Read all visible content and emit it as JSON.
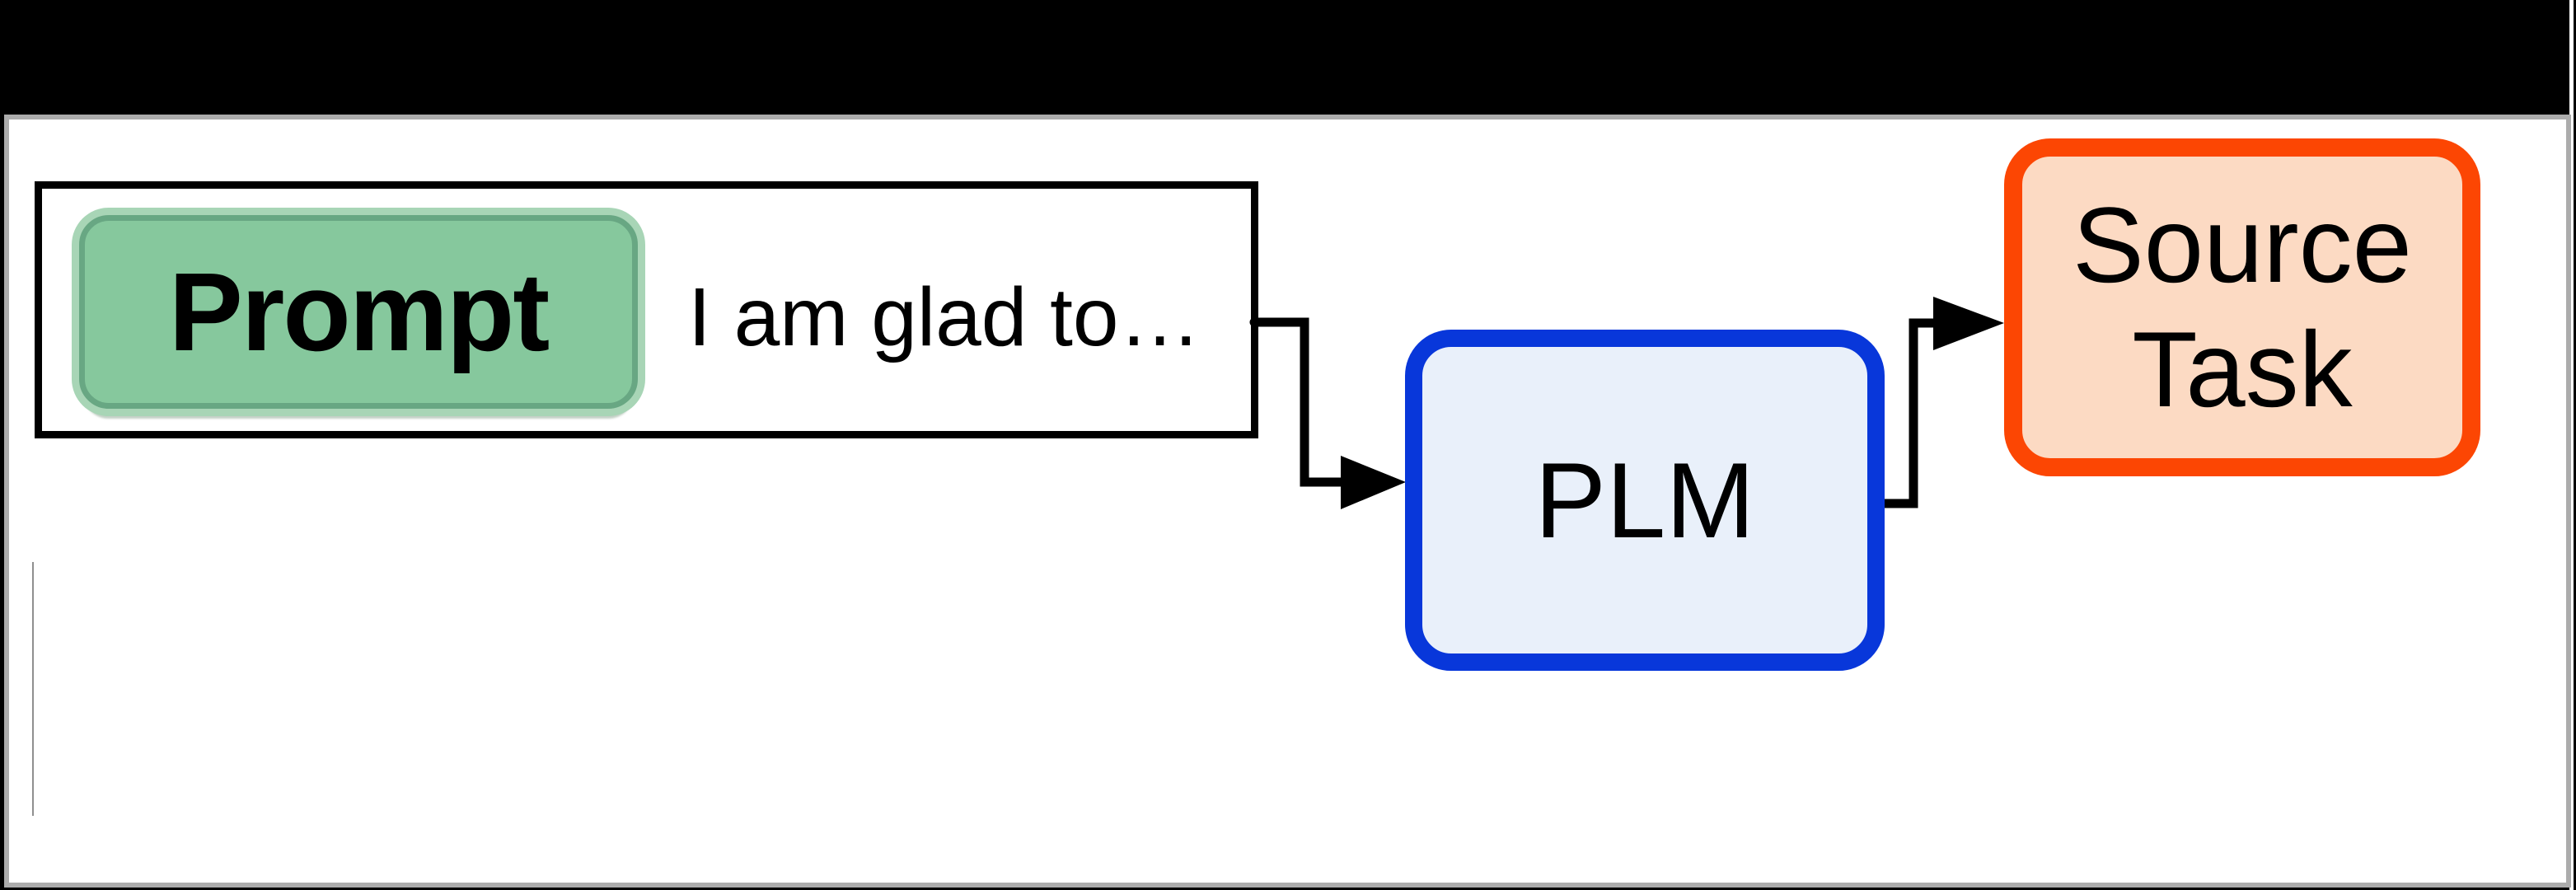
{
  "diagram": {
    "prompt_group": {
      "badge_label": "Prompt",
      "sample_text": "I am glad to…"
    },
    "plm_box": {
      "label": "PLM"
    },
    "source_task_box": {
      "line1": "Source",
      "line2": "Task"
    },
    "colors": {
      "badge_fill": "#86c89d",
      "badge_inner_border": "#68a783",
      "badge_outer_ring": "#a8d5b6",
      "plm_border": "#0837da",
      "plm_fill": "#e9f0fa",
      "source_task_border": "#fc4603",
      "source_task_fill": "#fcdac3",
      "slide_border": "#acacac",
      "connector": "#000000",
      "background_band": "#000000",
      "faint_guide_line": "#8f8f8f"
    }
  }
}
